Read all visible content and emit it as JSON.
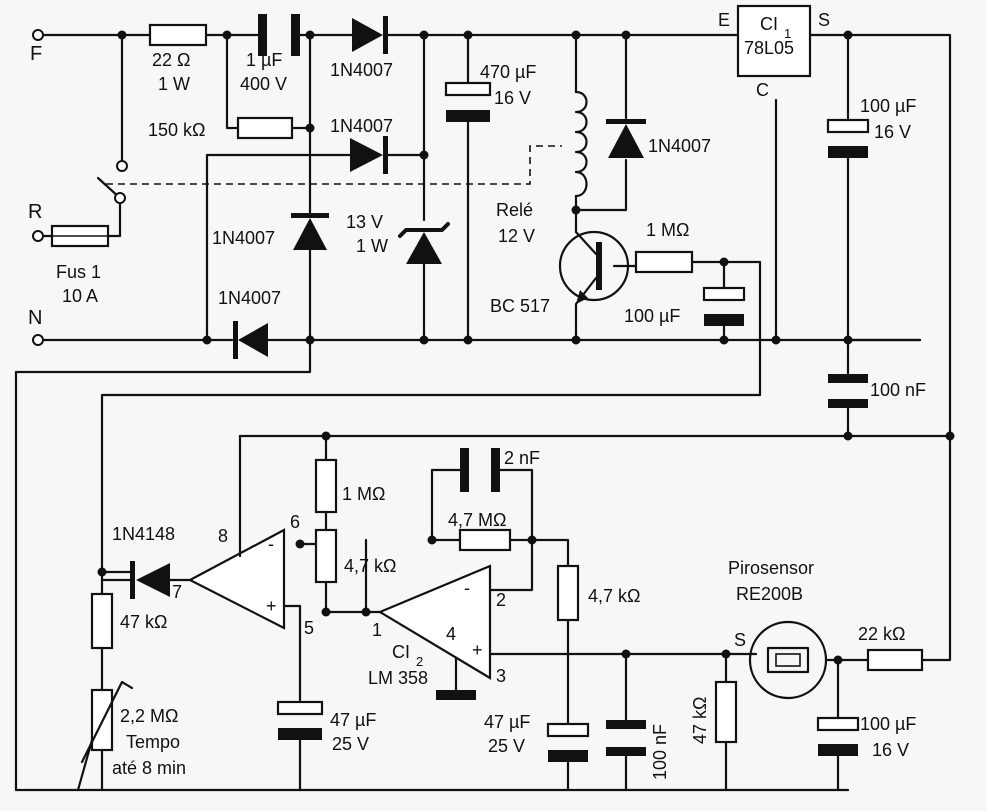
{
  "terminals": {
    "f": "F",
    "r": "R",
    "n": "N"
  },
  "fuse": {
    "name": "Fus 1",
    "rating": "10 A"
  },
  "r_22ohm": {
    "value": "22 Ω",
    "power": "1 W"
  },
  "c_1uf": {
    "value": "1 µF",
    "voltage": "400 V"
  },
  "r_150k": {
    "value": "150 kΩ"
  },
  "diodes": {
    "d_series": "1N4007",
    "d_lower_bridge": "1N4007",
    "d_left_vertical": "1N4007",
    "d_neutral": "1N4007",
    "d_relay": "1N4007",
    "d_output": "1N4148"
  },
  "zener": {
    "voltage": "13 V",
    "power": "1 W"
  },
  "c_470uf": {
    "value": "470 µF",
    "voltage": "16 V"
  },
  "relay": {
    "name": "Relé",
    "voltage": "12 V"
  },
  "transistor": {
    "name": "BC 517"
  },
  "r_1meg_base": {
    "value": "1 MΩ"
  },
  "c_100uf_base": {
    "value": "100 µF"
  },
  "regulator": {
    "ref": "CI",
    "ref_sub": "1",
    "part": "78L05",
    "pin_in": "E",
    "pin_out": "S",
    "pin_com": "C"
  },
  "c_100uf_reg": {
    "value": "100 µF",
    "voltage": "16 V"
  },
  "c_100nf_reg": {
    "value": "100 nF"
  },
  "opamp1_pins": {
    "p8": "8",
    "p6": "6",
    "p7": "7",
    "p5": "5",
    "minus": "-",
    "plus": "+"
  },
  "opamp2": {
    "ref": "CI",
    "ref_sub": "2",
    "part": "LM 358",
    "p1": "1",
    "p2": "2",
    "p3": "3",
    "p4": "4",
    "minus": "-",
    "plus": "+"
  },
  "r_1meg_div": {
    "value": "1 MΩ"
  },
  "r_4k7_div": {
    "value": "4,7 kΩ"
  },
  "c_2nf": {
    "value": "2 nF"
  },
  "r_4m7": {
    "value": "4,7 MΩ"
  },
  "r_4k7_in": {
    "value": "4,7 kΩ"
  },
  "r_47k_out": {
    "value": "47 kΩ"
  },
  "pot_tempo": {
    "value": "2,2 MΩ",
    "label": "Tempo",
    "range": "até 8 min"
  },
  "c_47uf_1": {
    "value": "47 µF",
    "voltage": "25 V"
  },
  "c_47uf_2": {
    "value": "47 µF",
    "voltage": "25 V"
  },
  "c_100nf_2": {
    "value": "100 nF"
  },
  "r_47k_sensor": {
    "value": "47 kΩ"
  },
  "pirosensor": {
    "label": "Pirosensor",
    "part": "RE200B",
    "pin_s": "S"
  },
  "r_22k": {
    "value": "22 kΩ"
  },
  "c_100uf_sensor": {
    "value": "100 µF",
    "voltage": "16 V"
  }
}
